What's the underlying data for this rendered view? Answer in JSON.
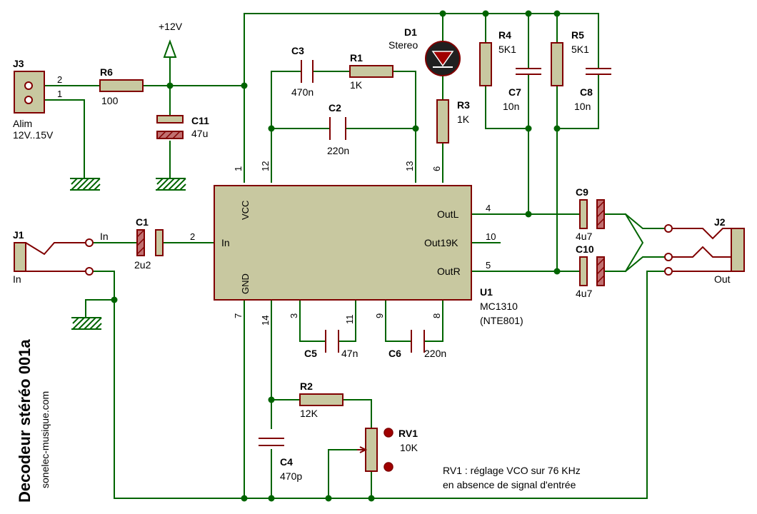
{
  "title": "Decodeur stéréo 001a",
  "website": "sonelec-musique.com",
  "supply_label": "+12V",
  "note": {
    "line1": "RV1 : réglage VCO sur 76 KHz",
    "line2": "en absence de signal d'entrée"
  },
  "ic": {
    "ref": "U1",
    "part": "MC1310",
    "alt": "(NTE801)",
    "inputs": {
      "vcc": "VCC",
      "gnd": "GND",
      "in": "In"
    },
    "outputs": {
      "outl": "OutL",
      "out19k": "Out19K",
      "outr": "OutR"
    },
    "pins": {
      "p1": "1",
      "p12": "12",
      "p13": "13",
      "p6": "6",
      "p2": "2",
      "p7": "7",
      "p14": "14",
      "p3": "3",
      "p11": "11",
      "p9": "9",
      "p8": "8",
      "p4": "4",
      "p10": "10",
      "p5": "5"
    }
  },
  "components": {
    "J3": {
      "ref": "J3",
      "desc1": "Alim",
      "desc2": "12V..15V",
      "pin2": "2",
      "pin1": "1"
    },
    "R6": {
      "ref": "R6",
      "value": "100"
    },
    "C11": {
      "ref": "C11",
      "value": "47u"
    },
    "C3": {
      "ref": "C3",
      "value": "470n"
    },
    "R1": {
      "ref": "R1",
      "value": "1K"
    },
    "C2": {
      "ref": "C2",
      "value": "220n"
    },
    "D1": {
      "ref": "D1",
      "value": "Stereo"
    },
    "R3": {
      "ref": "R3",
      "value": "1K"
    },
    "R4": {
      "ref": "R4",
      "value": "5K1"
    },
    "R5": {
      "ref": "R5",
      "value": "5K1"
    },
    "C7": {
      "ref": "C7",
      "value": "10n"
    },
    "C8": {
      "ref": "C8",
      "value": "10n"
    },
    "J1": {
      "ref": "J1",
      "desc": "In",
      "pin_label": "In"
    },
    "C1": {
      "ref": "C1",
      "value": "2u2"
    },
    "C9": {
      "ref": "C9",
      "value": "4u7"
    },
    "C10": {
      "ref": "C10",
      "value": "4u7"
    },
    "J2": {
      "ref": "J2",
      "desc": "Out"
    },
    "C5": {
      "ref": "C5",
      "value": "47n"
    },
    "C6": {
      "ref": "C6",
      "value": "220n"
    },
    "R2": {
      "ref": "R2",
      "value": "12K"
    },
    "C4": {
      "ref": "C4",
      "value": "470p"
    },
    "RV1": {
      "ref": "RV1",
      "value": "10K"
    }
  },
  "colors": {
    "wire": "#006400",
    "component": "#800000",
    "body_fill": "#c8c8a0",
    "led": "#a00000"
  }
}
